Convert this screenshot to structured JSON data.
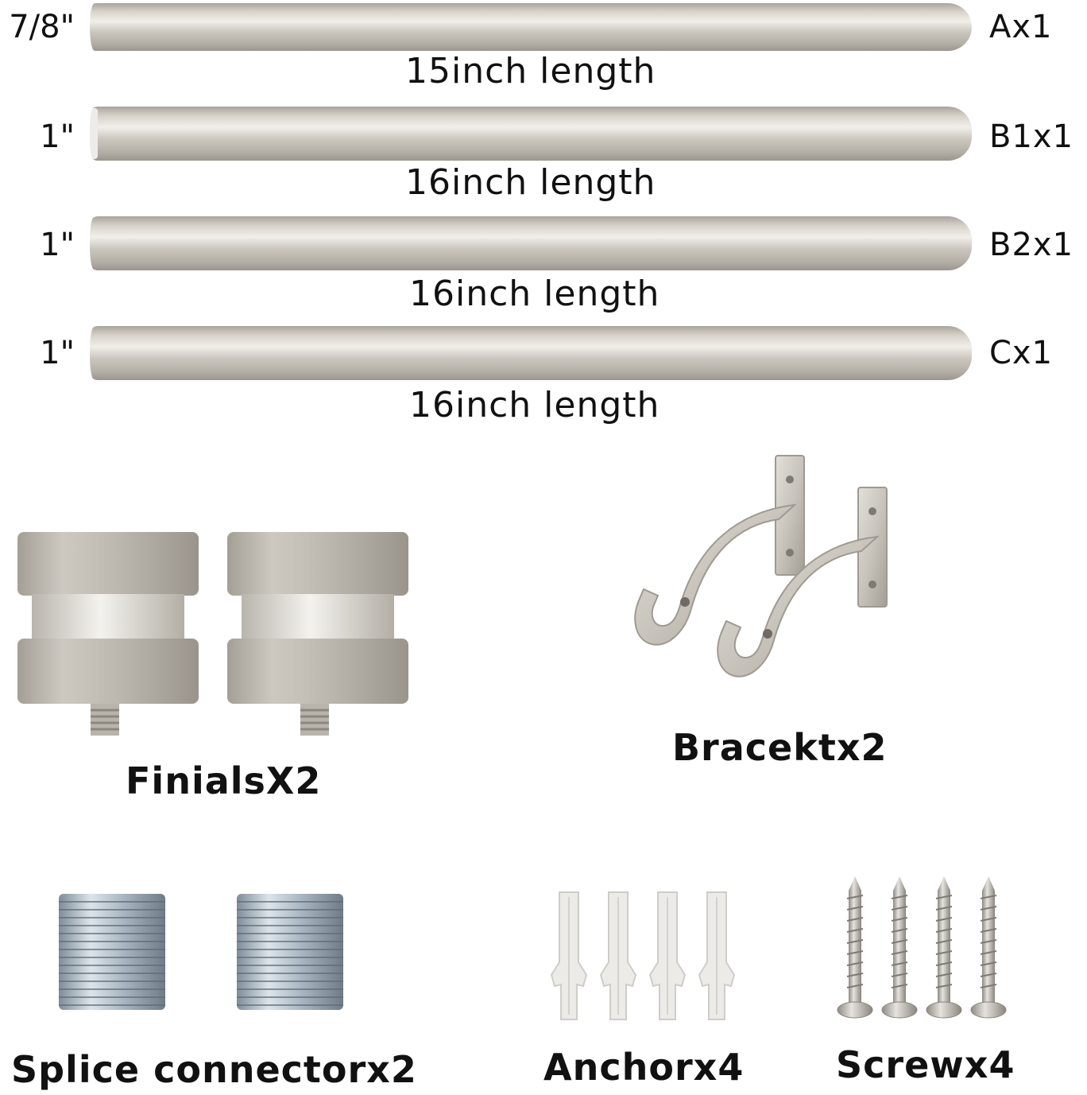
{
  "rods": [
    {
      "size": "7/8\"",
      "code": "Ax1",
      "length": "15inch length"
    },
    {
      "size": "1\"",
      "code": "B1x1",
      "length": "16inch length"
    },
    {
      "size": "1\"",
      "code": "B2x1",
      "length": "16inch length"
    },
    {
      "size": "1\"",
      "code": "Cx1",
      "length": "16inch length"
    }
  ],
  "parts": {
    "finials": "FinialsX2",
    "bracket": "Bracektx2",
    "splice": "Splice connectorx2",
    "anchor": "Anchorx4",
    "screw": "Screwx4"
  },
  "colors": {
    "nickel": "#c9c5bd",
    "nickel_dark": "#9d988f",
    "steel_blue": "#a9b6c2",
    "anchor_white": "#ecebe8"
  }
}
